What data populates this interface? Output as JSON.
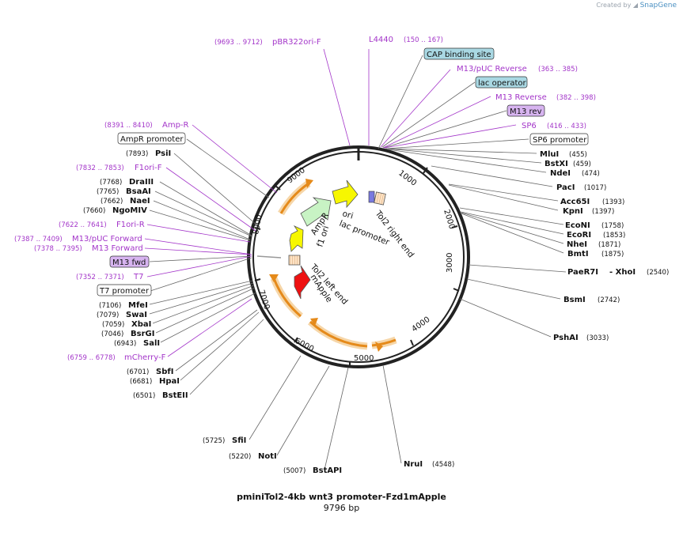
{
  "credit": {
    "prefix": "Created by",
    "brand": "SnapGene"
  },
  "plasmid": {
    "name": "pminiTol2-4kb wnt3 promoter-Fzd1mApple",
    "length_label": "9796 bp",
    "length": 9796
  },
  "colors": {
    "purple": "#a335c9",
    "black": "#111111",
    "orange": "#e58a1a",
    "yellow": "#f7f700",
    "green": "#c8f3c4",
    "red": "#ee1111",
    "blueBox": "#a9d8e3",
    "purpleBox": "#d7b4f0"
  },
  "ticks": [
    "1000",
    "2000",
    "3000",
    "4000",
    "5000",
    "6000",
    "7000",
    "8000",
    "9000"
  ],
  "sites_right": [
    {
      "name": "CAP binding site",
      "pos": "",
      "style": "blue"
    },
    {
      "name": "M13/pUC Reverse",
      "pos": "(363 .. 385)",
      "style": "primer"
    },
    {
      "name": "lac operator",
      "pos": "",
      "style": "blue"
    },
    {
      "name": "M13 Reverse",
      "pos": "(382 .. 398)",
      "style": "primer"
    },
    {
      "name": "M13 rev",
      "pos": "",
      "style": "purplebox"
    },
    {
      "name": "SP6",
      "pos": "(416 .. 433)",
      "style": "primer"
    },
    {
      "name": "SP6 promoter",
      "pos": "",
      "style": "whitebox"
    },
    {
      "name": "MluI",
      "pos": "(455)",
      "style": "enzyme"
    },
    {
      "name": "BstXI",
      "pos": "(459)",
      "style": "enzyme"
    },
    {
      "name": "NdeI",
      "pos": "(474)",
      "style": "enzyme"
    },
    {
      "name": "PacI",
      "pos": "(1017)",
      "style": "enzyme"
    },
    {
      "name": "Acc65I",
      "pos": "(1393)",
      "style": "enzyme"
    },
    {
      "name": "KpnI",
      "pos": "(1397)",
      "style": "enzyme"
    },
    {
      "name": "EcoNI",
      "pos": "(1758)",
      "style": "enzyme"
    },
    {
      "name": "EcoRI",
      "pos": "(1853)",
      "style": "enzyme"
    },
    {
      "name": "NheI",
      "pos": "(1871)",
      "style": "enzyme"
    },
    {
      "name": "BmtI",
      "pos": "(1875)",
      "style": "enzyme"
    },
    {
      "name": "PaeR7I",
      "pos": "",
      "style": "enzyme"
    },
    {
      "name": "- XhoI",
      "pos": "(2540)",
      "style": "enzyme"
    },
    {
      "name": "BsmI",
      "pos": "(2742)",
      "style": "enzyme"
    },
    {
      "name": "PshAI",
      "pos": "(3033)",
      "style": "enzyme"
    }
  ],
  "sites_bottom": [
    {
      "name": "NruI",
      "pos": "(4548)"
    },
    {
      "name": "BstAPI",
      "pos": "(5007)"
    },
    {
      "name": "NotI",
      "pos": "(5220)"
    },
    {
      "name": "SfiI",
      "pos": "(5725)"
    }
  ],
  "sites_top": [
    {
      "name": "pBR322ori-F",
      "pos": "(9693 .. 9712)"
    },
    {
      "name": "L4440",
      "pos": "(150 .. 167)"
    }
  ],
  "sites_left": [
    {
      "name": "Amp-R",
      "pos": "(8391 .. 8410)",
      "style": "primer"
    },
    {
      "name": "AmpR promoter",
      "pos": "",
      "style": "whitebox"
    },
    {
      "name": "PsiI",
      "pos": "(7893)",
      "style": "enzyme"
    },
    {
      "name": "F1ori-F",
      "pos": "(7832 .. 7853)",
      "style": "primer"
    },
    {
      "name": "DraIII",
      "pos": "(7768)",
      "style": "enzyme"
    },
    {
      "name": "BsaAI",
      "pos": "(7765)",
      "style": "enzyme"
    },
    {
      "name": "NaeI",
      "pos": "(7662)",
      "style": "enzyme"
    },
    {
      "name": "NgoMIV",
      "pos": "(7660)",
      "style": "enzyme"
    },
    {
      "name": "F1ori-R",
      "pos": "(7622 .. 7641)",
      "style": "primer"
    },
    {
      "name": "M13/pUC Forward",
      "pos": "(7387 .. 7409)",
      "style": "primer"
    },
    {
      "name": "M13 Forward",
      "pos": "(7378 .. 7395)",
      "style": "primer"
    },
    {
      "name": "M13 fwd",
      "pos": "",
      "style": "purplebox"
    },
    {
      "name": "T7",
      "pos": "(7352 .. 7371)",
      "style": "primer"
    },
    {
      "name": "T7 promoter",
      "pos": "",
      "style": "whitebox"
    },
    {
      "name": "MfeI",
      "pos": "(7106)",
      "style": "enzyme"
    },
    {
      "name": "SwaI",
      "pos": "(7079)",
      "style": "enzyme"
    },
    {
      "name": "XbaI",
      "pos": "(7059)",
      "style": "enzyme"
    },
    {
      "name": "BsrGI",
      "pos": "(7046)",
      "style": "enzyme"
    },
    {
      "name": "SalI",
      "pos": "(6943)",
      "style": "enzyme"
    },
    {
      "name": "mCherry-F",
      "pos": "(6759 .. 6778)",
      "style": "primer"
    },
    {
      "name": "SbfI",
      "pos": "(6701)",
      "style": "enzyme"
    },
    {
      "name": "HpaI",
      "pos": "(6681)",
      "style": "enzyme"
    },
    {
      "name": "BstEII",
      "pos": "(6501)",
      "style": "enzyme"
    }
  ],
  "features": [
    {
      "name": "ori"
    },
    {
      "name": "lac promoter"
    },
    {
      "name": "Tol2 right end"
    },
    {
      "name": "AmpR"
    },
    {
      "name": "f1 ori"
    },
    {
      "name": "Tol2 left end"
    },
    {
      "name": "mApple"
    }
  ]
}
